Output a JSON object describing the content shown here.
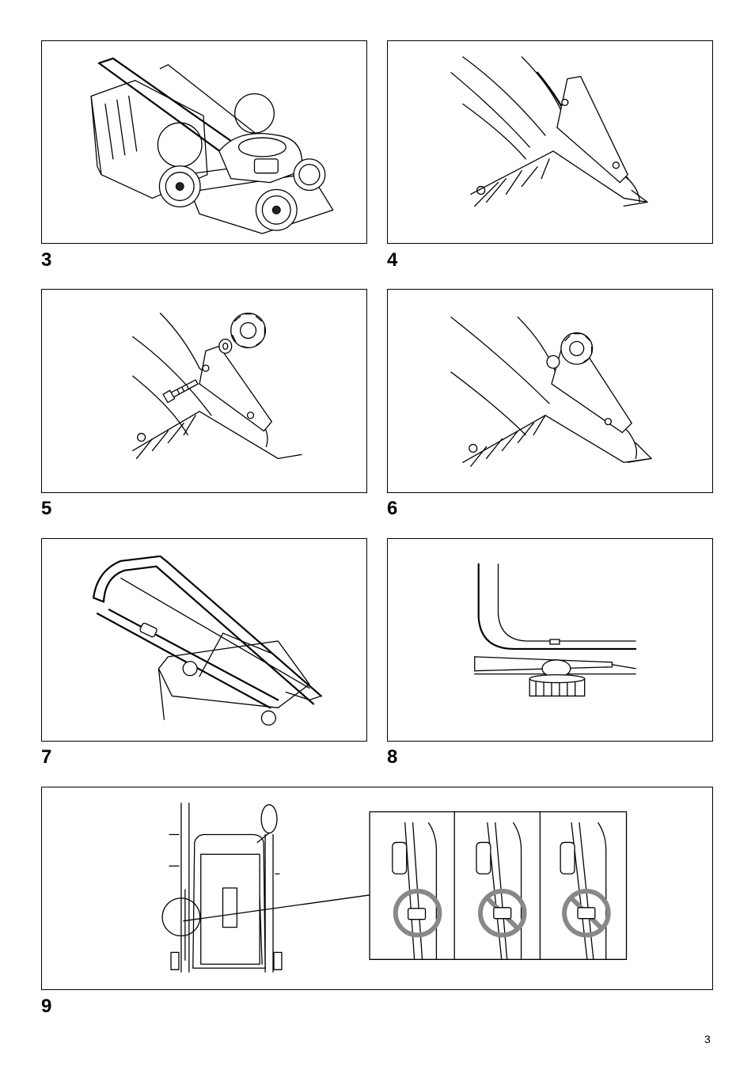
{
  "figures": [
    {
      "number": "3",
      "subject": "mower-overview"
    },
    {
      "number": "4",
      "subject": "handle-bracket"
    },
    {
      "number": "5",
      "subject": "bolt-and-knob"
    },
    {
      "number": "6",
      "subject": "knob-installed"
    },
    {
      "number": "7",
      "subject": "folded-handle"
    },
    {
      "number": "8",
      "subject": "handle-knob-detail"
    },
    {
      "number": "9",
      "subject": "cable-clip-routing"
    }
  ],
  "page_number": "3",
  "colors": {
    "ink": "#000000",
    "prohibit": "#888888",
    "paper": "#ffffff"
  }
}
